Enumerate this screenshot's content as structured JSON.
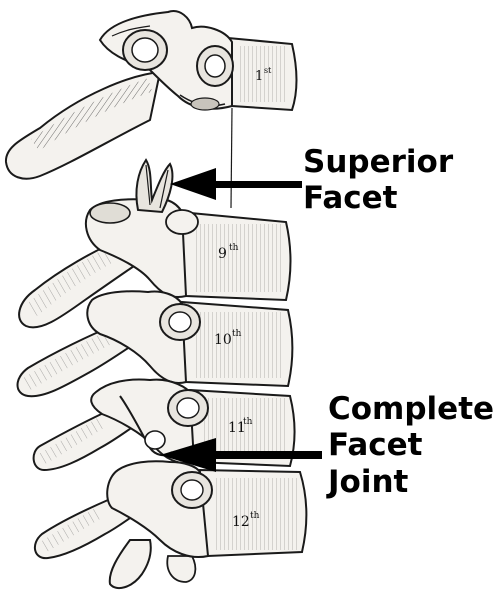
{
  "callouts": {
    "superior": {
      "line1": "Superior",
      "line2": "Facet"
    },
    "complete": {
      "line1": "Complete",
      "line2": "Facet",
      "line3": "Joint"
    }
  },
  "vertebra_labels": {
    "first": {
      "num": "1",
      "suffix": "st"
    },
    "ninth": {
      "num": "9",
      "suffix": "th"
    },
    "tenth": {
      "num": "10",
      "suffix": "th"
    },
    "eleventh": {
      "num": "11",
      "suffix": "th"
    },
    "twelfth": {
      "num": "12",
      "suffix": "th"
    }
  },
  "colors": {
    "ink": "#1a1a1a",
    "bone": "#f4f2ee",
    "shade": "#b8b4ac",
    "background": "#ffffff",
    "arrow": "#000000"
  }
}
